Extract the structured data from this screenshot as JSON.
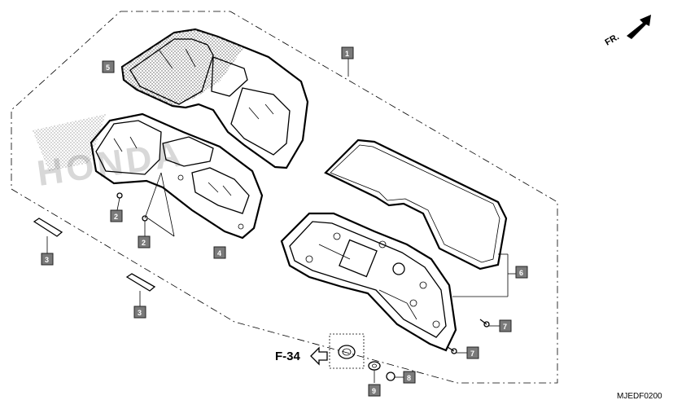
{
  "diagram": {
    "watermark": "HONDA",
    "direction_label": "FR.",
    "reference_label": "F-34",
    "drawing_code": "MJEDF0200"
  },
  "callouts": [
    {
      "id": "callout-1",
      "label": "1"
    },
    {
      "id": "callout-2a",
      "label": "2"
    },
    {
      "id": "callout-2b",
      "label": "2"
    },
    {
      "id": "callout-3a",
      "label": "3"
    },
    {
      "id": "callout-3b",
      "label": "3"
    },
    {
      "id": "callout-4",
      "label": "4"
    },
    {
      "id": "callout-5",
      "label": "5"
    },
    {
      "id": "callout-6",
      "label": "6"
    },
    {
      "id": "callout-7a",
      "label": "7"
    },
    {
      "id": "callout-7b",
      "label": "7"
    },
    {
      "id": "callout-8",
      "label": "8"
    },
    {
      "id": "callout-9",
      "label": "9"
    }
  ]
}
